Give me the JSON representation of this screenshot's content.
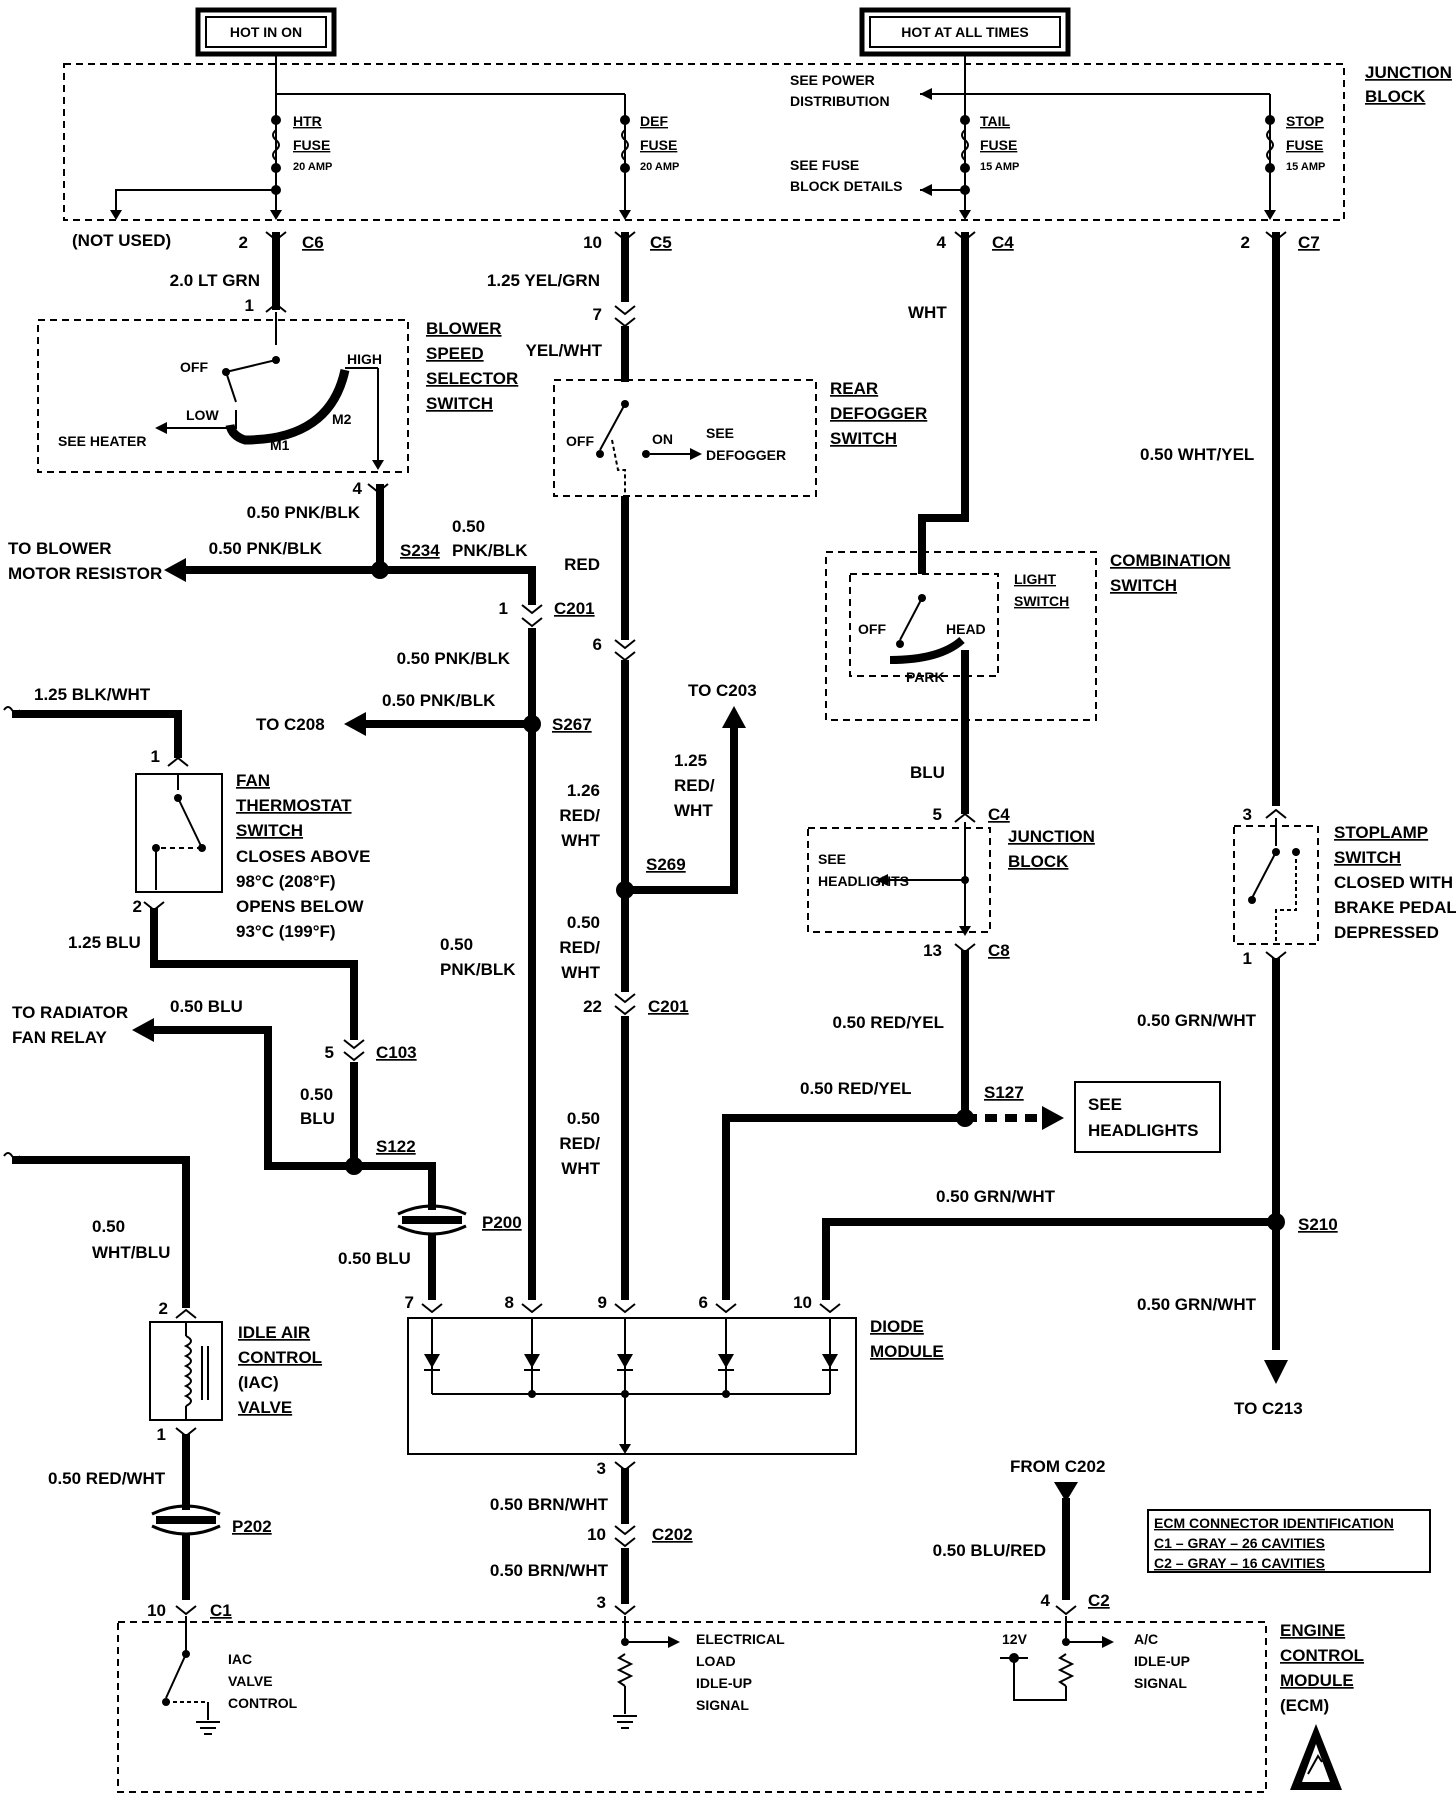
{
  "title_boxes": {
    "hot_in_on": "HOT IN ON",
    "hot_at_all_times": "HOT AT ALL TIMES"
  },
  "junction_block": {
    "label": [
      "JUNCTION",
      "BLOCK"
    ],
    "see_power": [
      "SEE POWER",
      "DISTRIBUTION"
    ],
    "see_fuse": [
      "SEE FUSE",
      "BLOCK DETAILS"
    ],
    "not_used": "(NOT USED)",
    "fuses": [
      {
        "name": [
          "HTR",
          "FUSE"
        ],
        "rating": "20 AMP"
      },
      {
        "name": [
          "DEF",
          "FUSE"
        ],
        "rating": "20 AMP"
      },
      {
        "name": [
          "TAIL",
          "FUSE"
        ],
        "rating": "15 AMP"
      },
      {
        "name": [
          "STOP",
          "FUSE"
        ],
        "rating": "15 AMP"
      }
    ]
  },
  "pins": {
    "c6": {
      "num": "2",
      "conn": "C6"
    },
    "c5": {
      "num": "10",
      "conn": "C5"
    },
    "c4": {
      "num": "4",
      "conn": "C4"
    },
    "c7": {
      "num": "2",
      "conn": "C7"
    },
    "blower_in": "1",
    "blower_out": "4",
    "defog_in": "7",
    "c201_top": {
      "num": "1",
      "conn": "C201"
    },
    "c201_mid": "6",
    "fan_top": "1",
    "fan_bot": "2",
    "c103": {
      "num": "5",
      "conn": "C103"
    },
    "jb_in": {
      "num": "5",
      "conn": "C4"
    },
    "jb_out": {
      "num": "13",
      "conn": "C8"
    },
    "c201_low": {
      "num": "22",
      "conn": "C201"
    },
    "stop_top": "3",
    "stop_bot": "1",
    "iac_top": "2",
    "iac_bot": "1",
    "diode_in": [
      "7",
      "8",
      "9",
      "6",
      "10"
    ],
    "diode_out": "3",
    "c202": {
      "num": "10",
      "conn": "C202"
    },
    "ecm_mid": "3",
    "ecm_c1": {
      "num": "10",
      "conn": "C1"
    },
    "ecm_c2": {
      "num": "4",
      "conn": "C2"
    }
  },
  "wires": {
    "lt_grn": "2.0 LT GRN",
    "yel_grn": "1.25 YEL/GRN",
    "yel_wht": "YEL/WHT",
    "wht": "WHT",
    "wht_yel": "0.50 WHT/YEL",
    "pnk_blk_1": "0.50 PNK/BLK",
    "pnk_blk_2": "0.50 PNK/BLK",
    "pnk_blk_3": [
      "0.50",
      "PNK/BLK"
    ],
    "pnk_blk_4": "0.50 PNK/BLK",
    "pnk_blk_5": "0.50 PNK/BLK",
    "pnk_blk_6": [
      "0.50",
      "PNK/BLK"
    ],
    "red": "RED",
    "blk_wht": "1.25 BLK/WHT",
    "blu": "BLU",
    "red_wht_125": [
      "1.25",
      "RED/",
      "WHT"
    ],
    "red_wht_126": [
      "1.26",
      "RED/",
      "WHT"
    ],
    "red_wht_050_a": [
      "0.50",
      "RED/",
      "WHT"
    ],
    "red_wht_050_b": [
      "0.50",
      "RED/",
      "WHT"
    ],
    "blu_125": "1.25 BLU",
    "blu_050": "0.50 BLU",
    "blu_050_b": [
      "0.50",
      "BLU"
    ],
    "blu_050_c": "0.50 BLU",
    "red_yel_a": "0.50 RED/YEL",
    "red_yel_b": "0.50 RED/YEL",
    "grn_wht_a": "0.50 GRN/WHT",
    "grn_wht_b": "0.50 GRN/WHT",
    "grn_wht_c": "0.50 GRN/WHT",
    "wht_blu": [
      "0.50",
      "WHT/BLU"
    ],
    "red_wht_iac": "0.50 RED/WHT",
    "brn_wht_a": "0.50 BRN/WHT",
    "brn_wht_b": "0.50 BRN/WHT",
    "blu_red": "0.50 BLU/RED"
  },
  "splices": {
    "s234": "S234",
    "s267": "S267",
    "s269": "S269",
    "s122": "S122",
    "s127": "S127",
    "s210": "S210",
    "p200": "P200",
    "p202": "P202"
  },
  "destinations": {
    "blower_resistor": [
      "TO BLOWER",
      "MOTOR RESISTOR"
    ],
    "to_c208": "TO C208",
    "to_c203": "TO C203",
    "radiator": [
      "TO RADIATOR",
      "FAN RELAY"
    ],
    "to_c213": "TO C213",
    "from_c202": "FROM C202",
    "see_headlights_box": [
      "SEE",
      "HEADLIGHTS"
    ]
  },
  "components": {
    "blower_switch": {
      "label": [
        "BLOWER",
        "SPEED",
        "SELECTOR",
        "SWITCH"
      ],
      "off": "OFF",
      "high": "HIGH",
      "low": "LOW",
      "m1": "M1",
      "m2": "M2",
      "see_heater": "SEE HEATER"
    },
    "rear_defogger": {
      "label": [
        "REAR",
        "DEFOGGER",
        "SWITCH"
      ],
      "off": "OFF",
      "on": "ON",
      "see": [
        "SEE",
        "DEFOGGER"
      ]
    },
    "combination_switch": {
      "label": [
        "COMBINATION",
        "SWITCH"
      ],
      "light": [
        "LIGHT",
        "SWITCH"
      ],
      "off": "OFF",
      "head": "HEAD",
      "park": "PARK"
    },
    "fan_thermostat": {
      "label": [
        "FAN",
        "THERMOSTAT",
        "SWITCH"
      ],
      "desc": [
        "CLOSES ABOVE",
        "98°C (208°F)",
        "OPENS BELOW",
        "93°C (199°F)"
      ]
    },
    "junction_block_2": {
      "label": [
        "JUNCTION",
        "BLOCK"
      ],
      "see": [
        "SEE",
        "HEADLIGHTS"
      ]
    },
    "stoplamp": {
      "label": [
        "STOPLAMP",
        "SWITCH"
      ],
      "desc": [
        "CLOSED WITH",
        "BRAKE PEDAL",
        "DEPRESSED"
      ]
    },
    "iac": {
      "label": [
        "IDLE AIR",
        "CONTROL",
        "(IAC)",
        "VALVE"
      ]
    },
    "diode_module": {
      "label": [
        "DIODE",
        "MODULE"
      ]
    },
    "ecm": {
      "label": [
        "ENGINE",
        "CONTROL",
        "MODULE",
        "(ECM)"
      ],
      "iac_ctrl": [
        "IAC",
        "VALVE",
        "CONTROL"
      ],
      "elec_load": [
        "ELECTRICAL",
        "LOAD",
        "IDLE-UP",
        "SIGNAL"
      ],
      "ac_idle": [
        "A/C",
        "IDLE-UP",
        "SIGNAL"
      ],
      "v12": "12V"
    },
    "ecm_connector_id": [
      "ECM CONNECTOR IDENTIFICATION",
      "C1 – GRAY – 26 CAVITIES",
      "C2 – GRAY – 16 CAVITIES"
    ]
  }
}
